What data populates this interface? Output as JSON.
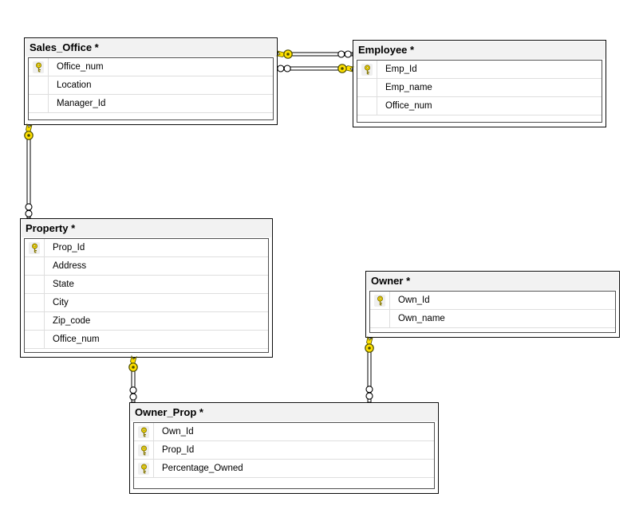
{
  "diagram": {
    "background_color": "#ffffff",
    "key_icon_color": "#ffe000",
    "header_bg_color": "#f2f2f2",
    "tables": [
      {
        "title": "Sales_Office *",
        "fields": [
          {
            "name": "Office_num",
            "is_primary_key": true
          },
          {
            "name": "Location",
            "is_primary_key": false
          },
          {
            "name": "Manager_Id",
            "is_primary_key": false
          }
        ]
      },
      {
        "title": "Employee *",
        "fields": [
          {
            "name": "Emp_Id",
            "is_primary_key": true
          },
          {
            "name": "Emp_name",
            "is_primary_key": false
          },
          {
            "name": "Office_num",
            "is_primary_key": false
          }
        ]
      },
      {
        "title": "Property *",
        "fields": [
          {
            "name": "Prop_Id",
            "is_primary_key": true
          },
          {
            "name": "Address",
            "is_primary_key": false
          },
          {
            "name": "State",
            "is_primary_key": false
          },
          {
            "name": "City",
            "is_primary_key": false
          },
          {
            "name": "Zip_code",
            "is_primary_key": false
          },
          {
            "name": "Office_num",
            "is_primary_key": false
          }
        ]
      },
      {
        "title": "Owner *",
        "fields": [
          {
            "name": "Own_Id",
            "is_primary_key": true
          },
          {
            "name": "Own_name",
            "is_primary_key": false
          }
        ]
      },
      {
        "title": "Owner_Prop *",
        "fields": [
          {
            "name": "Own_Id",
            "is_primary_key": true
          },
          {
            "name": "Prop_Id",
            "is_primary_key": true
          },
          {
            "name": "Percentage_Owned",
            "is_primary_key": true
          }
        ]
      }
    ],
    "relationships": [
      {
        "one_side": "Sales_Office",
        "many_side": "Employee",
        "one_end_symbol": "key-icon",
        "many_end_symbol": "infinity-icon"
      },
      {
        "one_side": "Employee",
        "many_side": "Sales_Office",
        "one_end_symbol": "key-icon",
        "many_end_symbol": "infinity-icon"
      },
      {
        "one_side": "Sales_Office",
        "many_side": "Property",
        "one_end_symbol": "key-icon",
        "many_end_symbol": "infinity-icon"
      },
      {
        "one_side": "Property",
        "many_side": "Owner_Prop",
        "one_end_symbol": "key-icon",
        "many_end_symbol": "infinity-icon"
      },
      {
        "one_side": "Owner",
        "many_side": "Owner_Prop",
        "one_end_symbol": "key-icon",
        "many_end_symbol": "infinity-icon"
      }
    ]
  }
}
